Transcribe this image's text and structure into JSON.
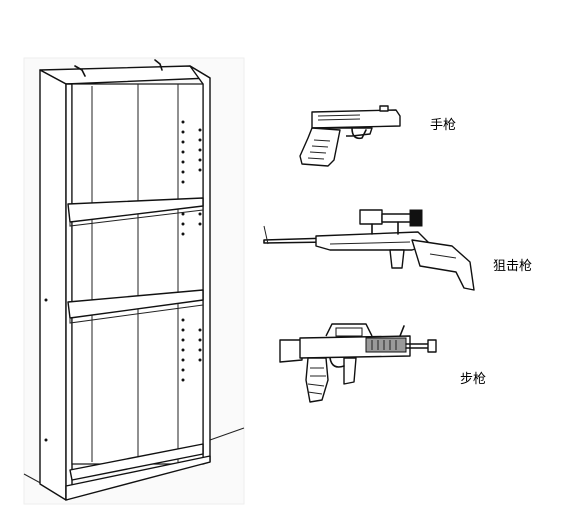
{
  "labels": {
    "pistol": "手枪",
    "sniper_rifle": "狙击枪",
    "assault_rifle": "步枪"
  },
  "colors": {
    "line": "#111111",
    "background": "#ffffff"
  }
}
